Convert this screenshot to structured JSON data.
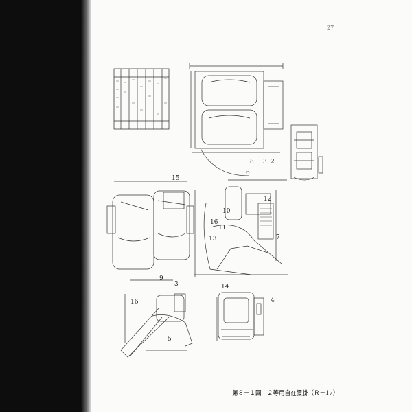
{
  "page": {
    "number": "27"
  },
  "caption": "第８－１図　２等用自在腰掛（Ｒ－17）",
  "figure_labels": {
    "n8": "8",
    "n3": "3",
    "n2": "2",
    "n6": "6",
    "n15": "15",
    "n12": "12",
    "n16": "16",
    "n10": "10",
    "n11": "11",
    "n13": "13",
    "n7": "7",
    "n9": "9",
    "n16b": "16",
    "n5": "5",
    "n14": "14",
    "n4": "4",
    "n3b": "3"
  }
}
